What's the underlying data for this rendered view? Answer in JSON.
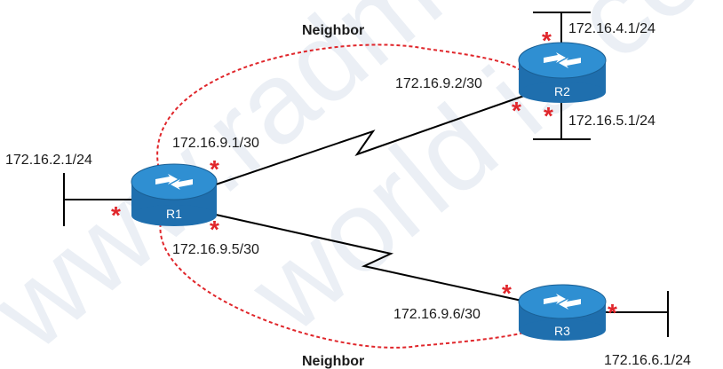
{
  "diagram": {
    "watermark_1": "www.radmanit.",
    "watermark_2": "world is co",
    "neighbor_top": "Neighbor",
    "neighbor_bottom": "Neighbor",
    "routers": {
      "r1": "R1",
      "r2": "R2",
      "r3": "R3"
    },
    "labels": {
      "r1_lan": "172.16.2.1/24",
      "r1_s1": "172.16.9.1/30",
      "r1_s2": "172.16.9.5/30",
      "r2_s": "172.16.9.2/30",
      "r2_lan1": "172.16.4.1/24",
      "r2_lan2": "172.16.5.1/24",
      "r3_s": "172.16.9.6/30",
      "r3_lan": "172.16.6.1/24"
    },
    "star_glyph": "*",
    "colors": {
      "router_fill": "#1f6fae",
      "router_top": "#2f8fd2",
      "link": "#000000",
      "neighbor_dash": "#e0262b",
      "star": "#e0262b"
    }
  }
}
